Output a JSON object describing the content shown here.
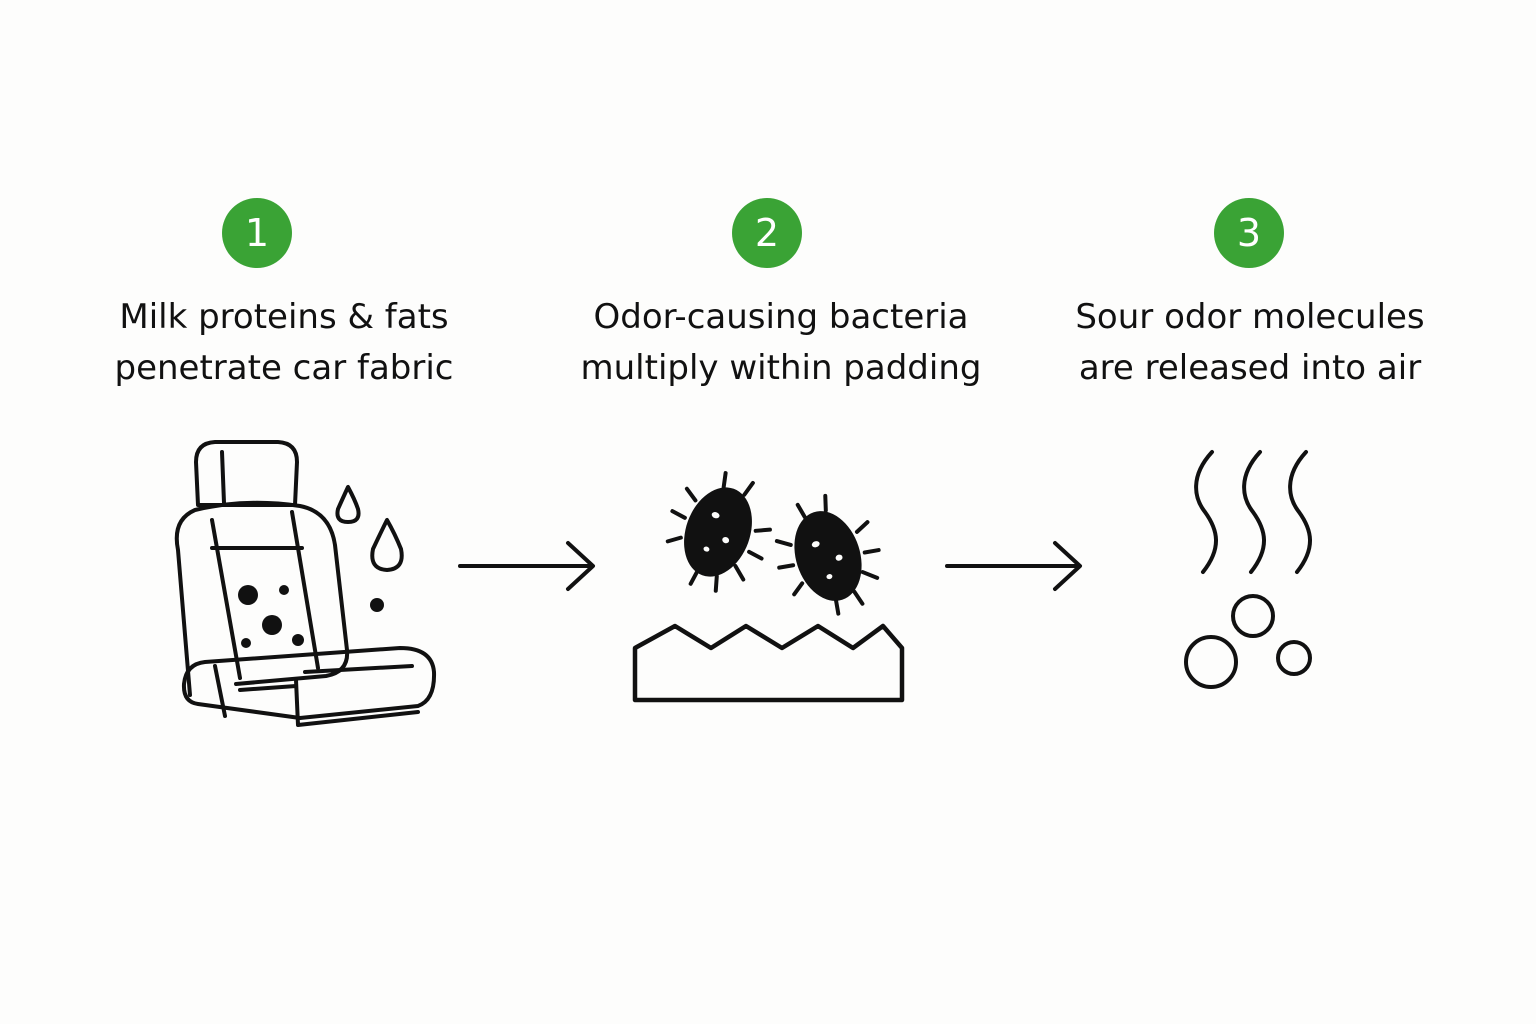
{
  "colors": {
    "accent": "#3aa335",
    "ink": "#111111",
    "background": "#fdfdfc"
  },
  "steps": [
    {
      "number": "1",
      "caption_lines": [
        "Milk proteins & fats",
        "penetrate car fabric"
      ],
      "icon": "car-seat-stain-icon"
    },
    {
      "number": "2",
      "caption_lines": [
        "Odor-causing bacteria",
        "multiply within padding"
      ],
      "icon": "bacteria-padding-icon"
    },
    {
      "number": "3",
      "caption_lines": [
        "Sour odor molecules",
        "are released into air"
      ],
      "icon": "odor-molecules-icon"
    }
  ],
  "connectors": [
    "arrow-right-icon",
    "arrow-right-icon"
  ]
}
